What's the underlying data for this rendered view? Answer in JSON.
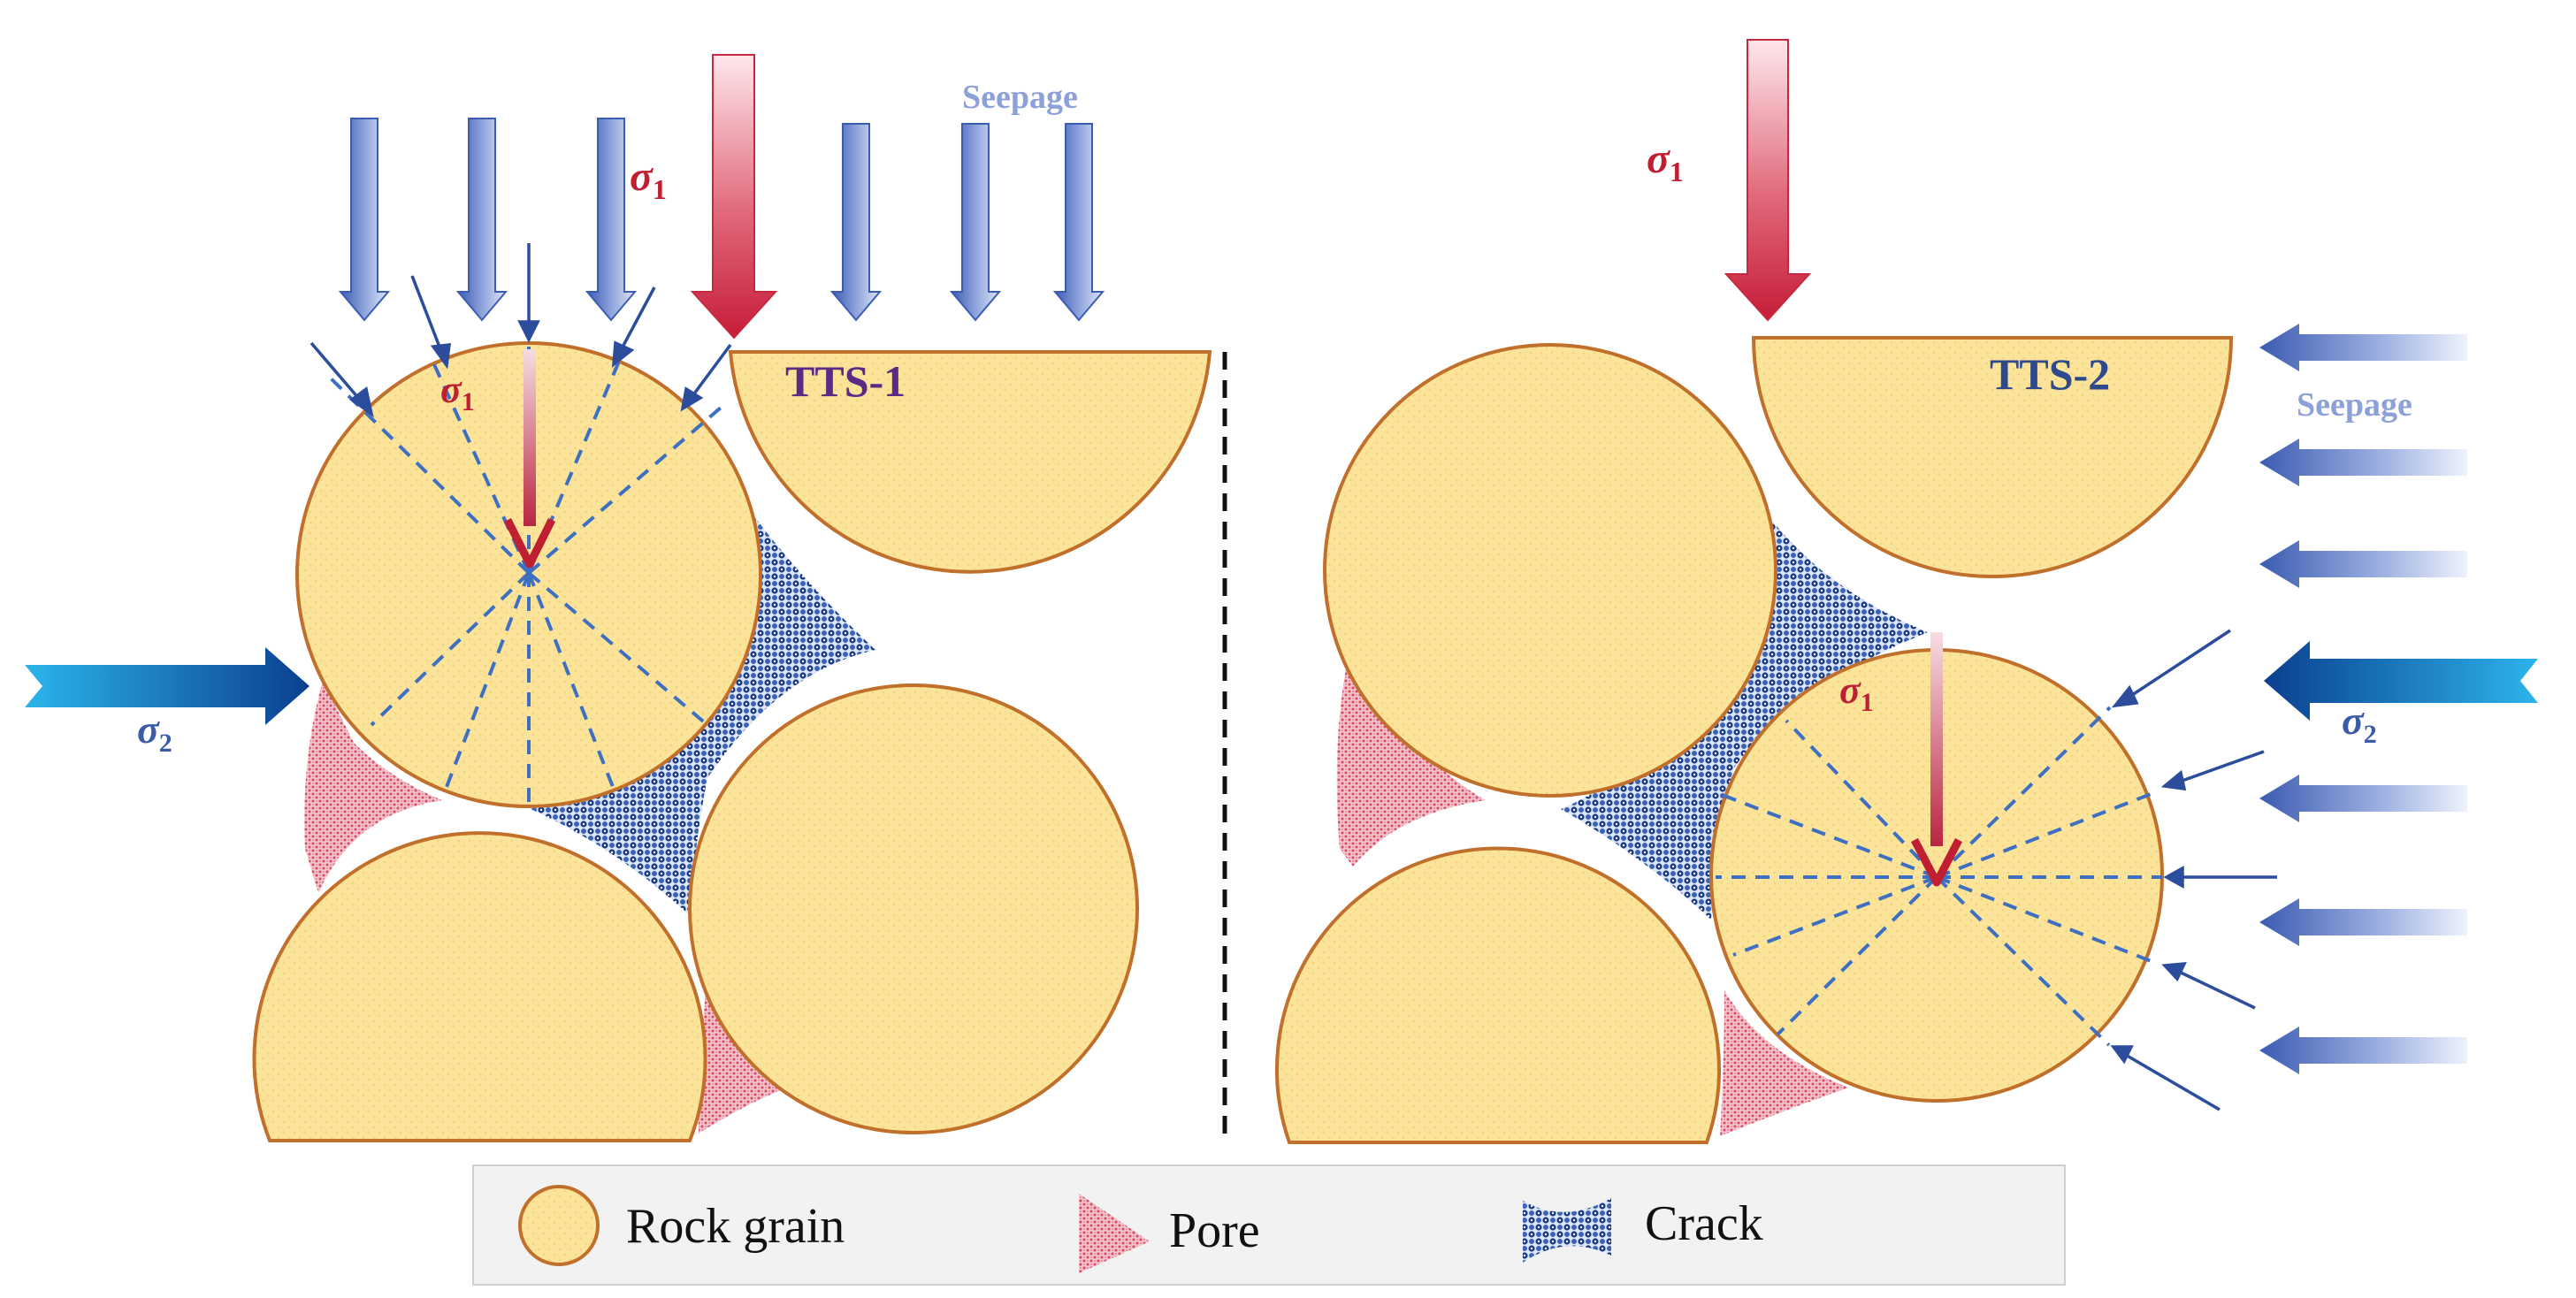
{
  "diagram": {
    "left_panel": {
      "title": "TTS-1",
      "seepage_label": "Seepage",
      "sigma1_outer_sym": "σ",
      "sigma1_outer_sub": "1",
      "sigma1_inner_sym": "σ",
      "sigma1_inner_sub": "1",
      "sigma2_sym": "σ",
      "sigma2_sub": "2"
    },
    "right_panel": {
      "title": "TTS-2",
      "seepage_label": "Seepage",
      "sigma1_outer_sym": "σ",
      "sigma1_outer_sub": "1",
      "sigma1_inner_sym": "σ",
      "sigma1_inner_sub": "1",
      "sigma2_sym": "σ",
      "sigma2_sub": "2"
    },
    "legend": {
      "rock_grain": "Rock grain",
      "pore": "Pore",
      "crack": "Crack"
    },
    "colors": {
      "grain_fill": "#fbe49a",
      "grain_stroke": "#c0702a",
      "pore": "#d9506a",
      "crack": "#1a3a8a",
      "sigma1_arrow": "#c8283f",
      "seepage_arrow": "#4a66b8",
      "sigma2_arrow": "#0a4a9a",
      "title_left": "#5a2a86",
      "title_right": "#2e4a8c",
      "sigma_text_red": "#c01f32",
      "sigma_text_blue": "#3b5aa8"
    }
  }
}
